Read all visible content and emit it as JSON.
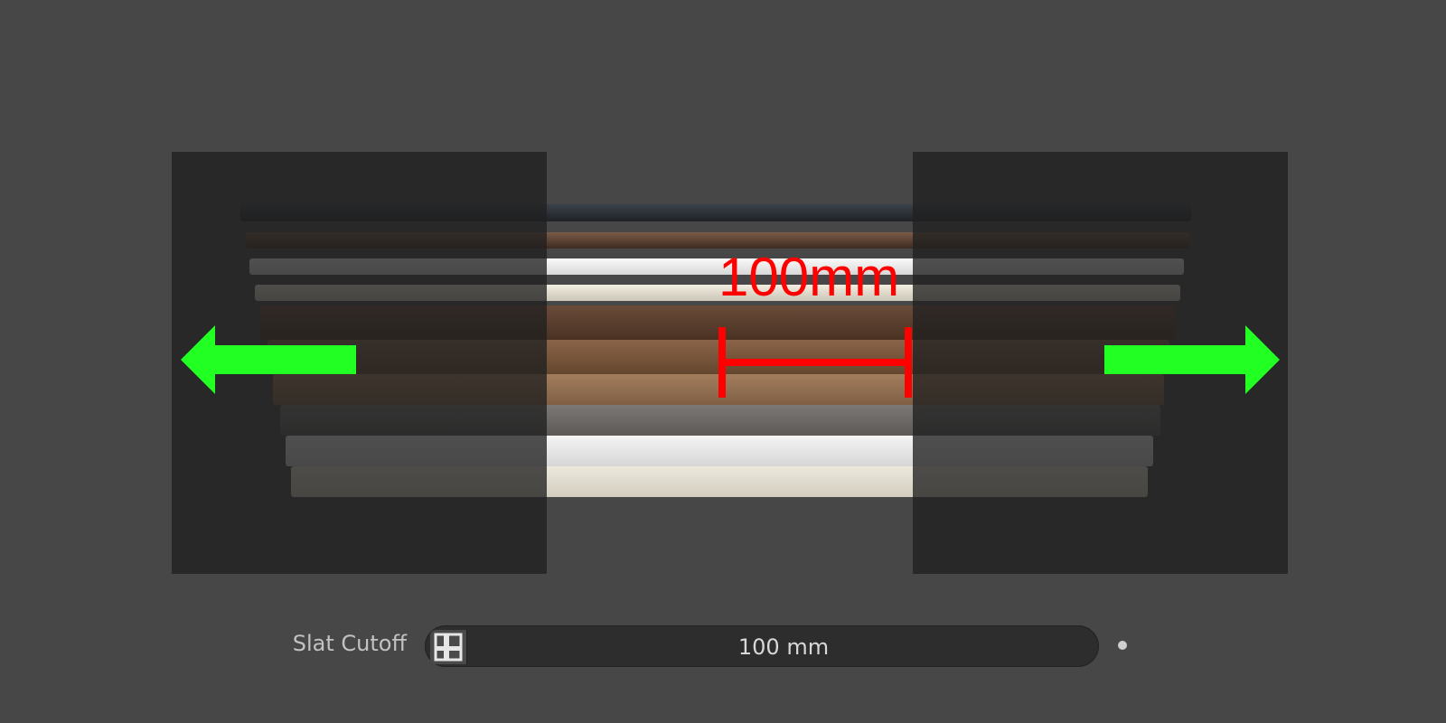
{
  "preview": {
    "dimension_label": "100mm",
    "slat_colors": [
      "#2d3137",
      "#5a3f33",
      "#e9e9e9",
      "#e0dccd",
      "#5b4130",
      "#7a583f",
      "#8f6c4f",
      "#6d6a68",
      "#e3e3e3",
      "#dfdbce"
    ],
    "arrow_color": "#22ff22",
    "measure_color": "#ff0000",
    "icons": {
      "left_arrow": "arrow-left-icon",
      "right_arrow": "arrow-right-icon",
      "dimension": "dimension-bracket-icon"
    }
  },
  "property": {
    "label": "Slat Cutoff",
    "value": "100 mm",
    "icon": "slat-cutoff-icon",
    "animate": "keyframe-dot-icon"
  }
}
